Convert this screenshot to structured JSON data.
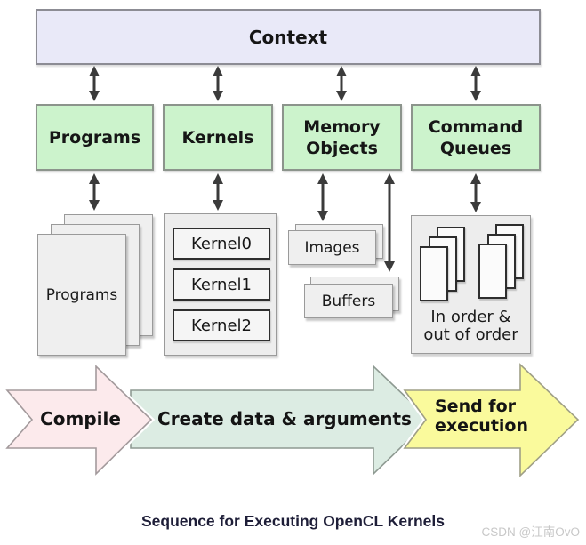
{
  "context": {
    "label": "Context"
  },
  "entity_boxes": [
    {
      "label": "Programs"
    },
    {
      "label": "Kernels"
    },
    {
      "label": "Memory Objects"
    },
    {
      "label": "Command Queues"
    }
  ],
  "programs_stack": {
    "label": "Programs"
  },
  "kernels_list": [
    "Kernel0",
    "Kernel1",
    "Kernel2"
  ],
  "memory_items": {
    "images_label": "Images",
    "buffers_label": "Buffers"
  },
  "command_queues_item": {
    "line1": "In order &",
    "line2": "out of order"
  },
  "flow_steps": [
    {
      "label": "Compile",
      "fill": "#fceaec"
    },
    {
      "label": "Create data & arguments",
      "fill": "#dcece3"
    },
    {
      "label": "Send for",
      "label2": "execution",
      "fill": "#fafa9c"
    }
  ],
  "caption": "Sequence for Executing OpenCL Kernels",
  "watermark": "CSDN @江南OvO",
  "colors": {
    "context_fill": "#e9e9f8",
    "entity_green": "#ccf3cc",
    "panel_gray": "#ededed",
    "connector": "#3b3b3b",
    "arrow_pink": "#fceaec",
    "arrow_green": "#dcece3",
    "arrow_yellow": "#fafa9c"
  }
}
